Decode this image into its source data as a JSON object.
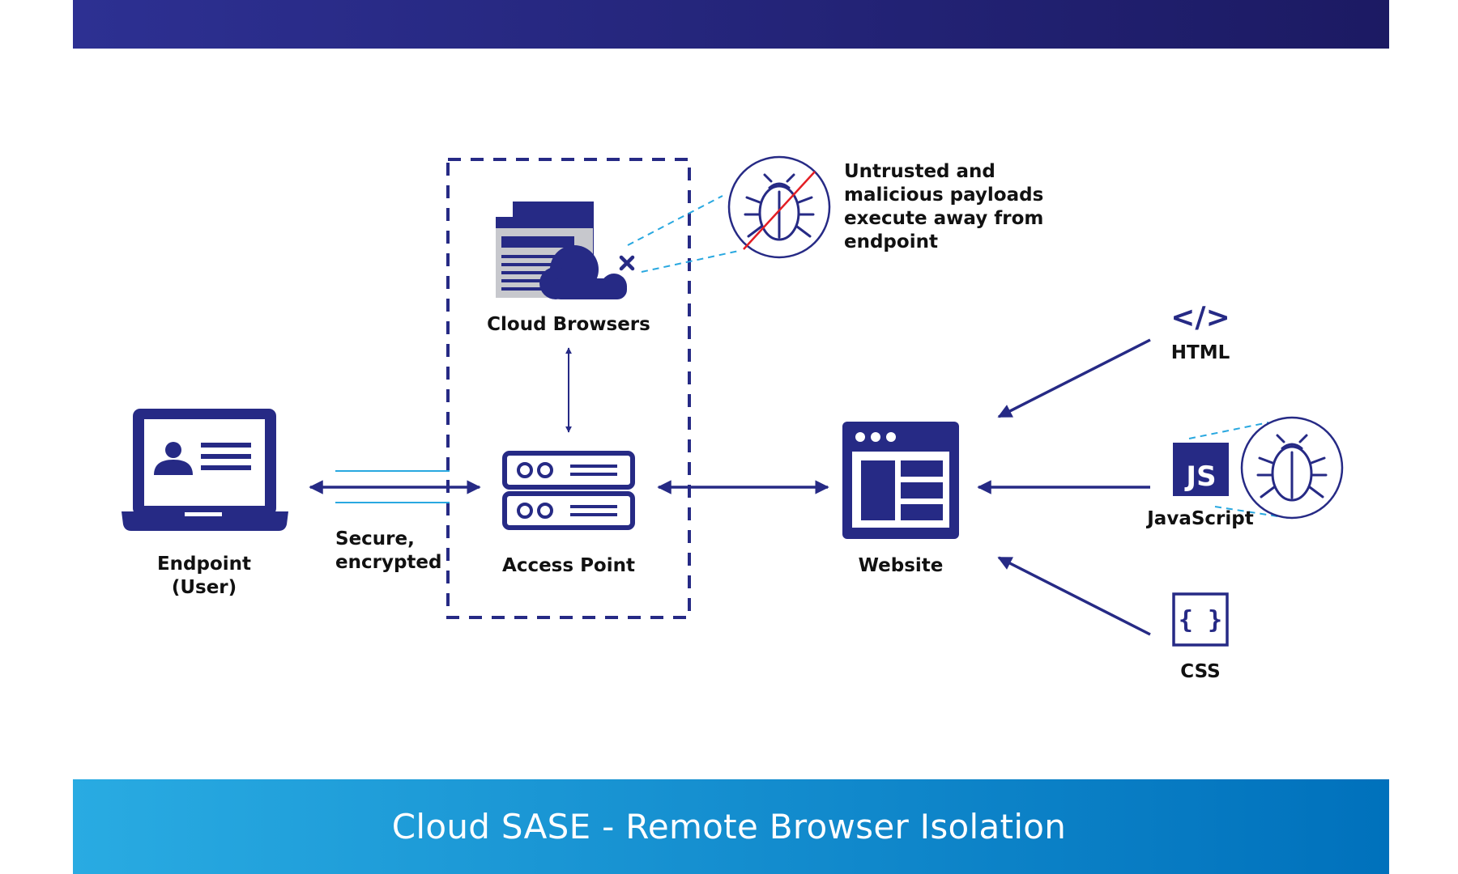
{
  "nodes": {
    "endpoint": {
      "line1": "Endpoint",
      "line2": "(User)"
    },
    "secure_link": {
      "line1": "Secure,",
      "line2": "encrypted"
    },
    "cloud_browsers": {
      "label": "Cloud Browsers"
    },
    "access_point": {
      "label": "Access Point"
    },
    "website": {
      "label": "Website"
    },
    "html_source": {
      "label": "HTML",
      "icon_text": "</>"
    },
    "js_source": {
      "label": "JavaScript",
      "badge": "JS"
    },
    "css_source": {
      "label": "CSS",
      "icon_text": "{ }"
    }
  },
  "callout": {
    "lines": [
      "Untrusted and",
      "malicious payloads",
      "execute away from",
      "endpoint"
    ]
  },
  "footer": {
    "title": "Cloud SASE - Remote Browser Isolation"
  },
  "colors": {
    "navy": "#262a85",
    "header_dark": "#1c1a63",
    "footer_light": "#29abe2",
    "footer_dark": "#0071bc",
    "cyan_line": "#29a8e0",
    "red_slash": "#e31e24",
    "page_bg": "#ffffff"
  },
  "icons": {
    "endpoint": "laptop-user-icon",
    "cloud_browsers": "browser-windows-cloud-icon",
    "access_point": "server-icon",
    "website": "browser-window-icon",
    "blocked_bug": "bug-crossed-icon",
    "js_bug": "bug-icon"
  }
}
